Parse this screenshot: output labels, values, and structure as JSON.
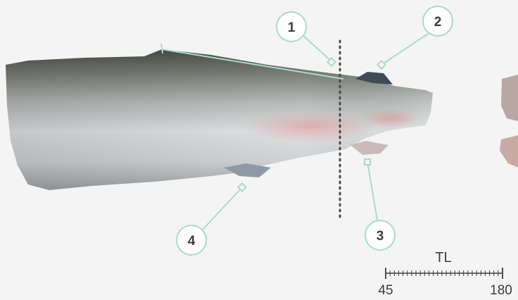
{
  "colors": {
    "background": "#f4f4f4",
    "accent": "#a9dcc8",
    "text": "#3d3d3d",
    "dotted_line": "#4a4a4a"
  },
  "callouts": [
    {
      "number": "1"
    },
    {
      "number": "2"
    },
    {
      "number": "3"
    },
    {
      "number": "4"
    }
  ],
  "scale": {
    "label": "TL",
    "min_label": "45",
    "max_label": "180"
  }
}
